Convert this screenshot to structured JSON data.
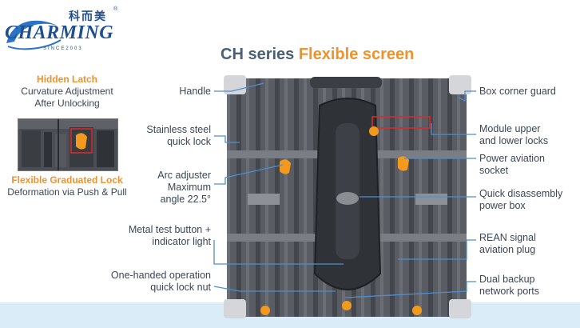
{
  "logo": {
    "chinese": "科而美",
    "reg": "®",
    "brand": "CHARMING",
    "since": "SINCE2003"
  },
  "title": {
    "part1": "CH series",
    "part2": "Flexible screen"
  },
  "latch": {
    "heading": "Hidden Latch",
    "line1": "Curvature Adjustment",
    "line2": "After Unlocking",
    "lock_heading": "Flexible Graduated Lock",
    "lock_line": "Deformation via Push & Pull"
  },
  "left_callouts": [
    {
      "lines": [
        "Handle"
      ]
    },
    {
      "lines": [
        "Stainless steel",
        "quick lock"
      ]
    },
    {
      "lines": [
        "Arc adjuster",
        "Maximum",
        "angle 22.5°"
      ]
    },
    {
      "lines": [
        "Metal test button +",
        "indicator light"
      ]
    },
    {
      "lines": [
        "One-handed operation",
        "quick lock nut"
      ]
    }
  ],
  "right_callouts": [
    {
      "lines": [
        "Box corner guard"
      ]
    },
    {
      "lines": [
        "Module upper",
        "and lower locks"
      ]
    },
    {
      "lines": [
        "Power aviation",
        "socket"
      ]
    },
    {
      "lines": [
        "Quick disassembly",
        "power box"
      ]
    },
    {
      "lines": [
        "REAN signal",
        "aviation plug"
      ]
    },
    {
      "lines": [
        "Dual backup",
        "network ports"
      ]
    }
  ],
  "colors": {
    "accent": "#f0922a",
    "title_gray": "#4a5e74",
    "callout_line": "#4d8fd1",
    "brand_blue": "#1f4f8f",
    "band": "#d9ecf7"
  },
  "icons": {
    "logo_swoosh": "swoosh-icon",
    "panel": "led-cabinet-back-image",
    "inset": "latch-closeup-image"
  }
}
